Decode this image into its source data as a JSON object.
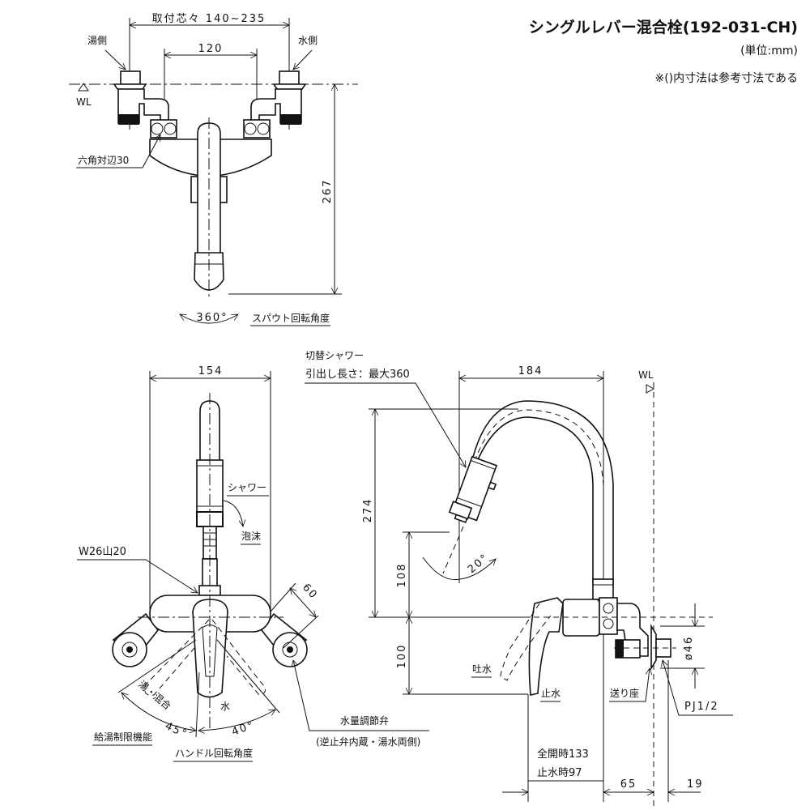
{
  "title": {
    "name": "シングルレバー混合栓(192-031-CH)",
    "unit": "(単位:mm)",
    "note": "※()内寸法は参考寸法である"
  },
  "top_view": {
    "mount_pitch": "取付芯々 140~235",
    "inner_pitch": "120",
    "hot_side": "湯側",
    "cold_side": "水側",
    "wl": "WL",
    "hex": "六角対辺30",
    "height": "267",
    "spout_angle": "360°",
    "spout_rotation": "スパウト回転角度"
  },
  "front_view": {
    "width": "154",
    "shower": "シャワー",
    "foam": "泡沫",
    "thread": "W26山20",
    "offset": "60",
    "hot_mix": "湯・混合",
    "hot_angle": "45°",
    "cold": "水",
    "cold_angle": "40°",
    "hot_limit": "給湯制限機能",
    "handle_rotation": "ハンドル回転角度",
    "valve": "水量調節弁",
    "valve_note": "(逆止弁内蔵・湯水両側)"
  },
  "side_view": {
    "shower_switch": "切替シャワー",
    "pull_length": "引出し長さ：最大360",
    "reach": "184",
    "wl": "WL",
    "height_total": "274",
    "height_spout": "108",
    "height_lever": "100",
    "shower_angle": "20°",
    "spout_water": "吐水",
    "stop_water": "止水",
    "seat": "送り座",
    "pipe": "PJ1/2",
    "diameter": "ø46",
    "full_open": "全開時133",
    "stop_open": "止水時97",
    "depth": "65",
    "seat_depth": "19"
  }
}
